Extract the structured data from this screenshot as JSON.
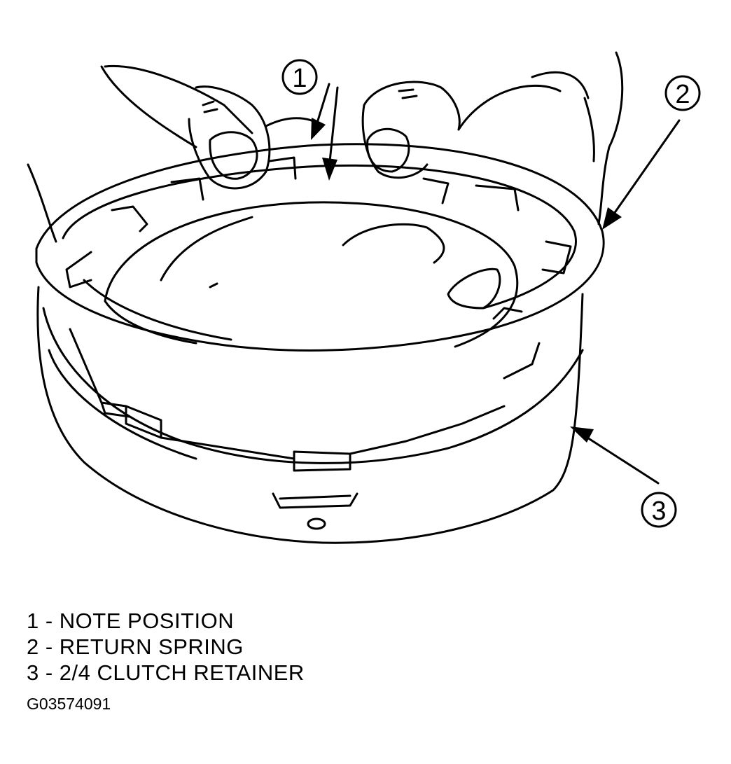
{
  "callouts": [
    {
      "number": "1"
    },
    {
      "number": "2"
    },
    {
      "number": "3"
    }
  ],
  "legend": [
    {
      "text": "1 - NOTE POSITION"
    },
    {
      "text": "2 - RETURN SPRING"
    },
    {
      "text": "3 - 2/4 CLUTCH RETAINER"
    }
  ],
  "figure_id": "G03574091"
}
